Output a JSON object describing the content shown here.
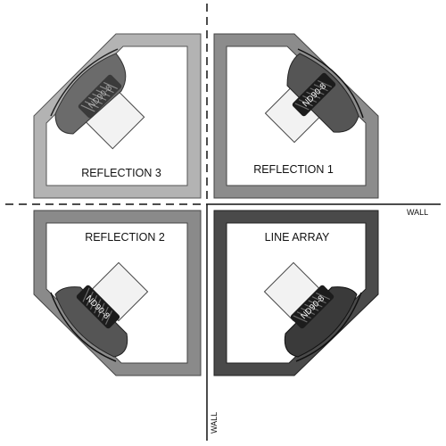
{
  "diagram": {
    "quadrants": [
      {
        "id": "reflection-3",
        "label": "REFLECTION 3",
        "frame_color": "#b3b3b3",
        "speaker_label": "ND90-8"
      },
      {
        "id": "reflection-1",
        "label": "REFLECTION 1",
        "frame_color": "#8c8c8c",
        "speaker_label": "ND90-8"
      },
      {
        "id": "reflection-2",
        "label": "REFLECTION 2",
        "frame_color": "#8a8a8a",
        "speaker_label": "ND90-8"
      },
      {
        "id": "line-array",
        "label": "LINE ARRAY",
        "frame_color": "#4a4a4a",
        "speaker_label": "ND90-8"
      }
    ],
    "walls": {
      "horizontal_label": "WALL",
      "vertical_label": "WALL"
    }
  }
}
